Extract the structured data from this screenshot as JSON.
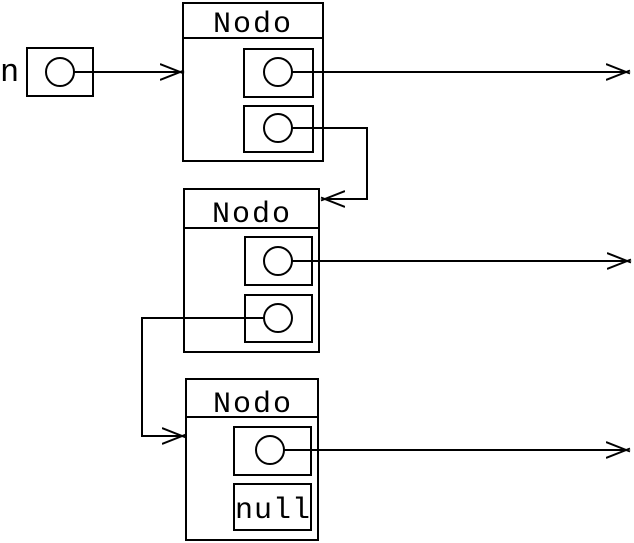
{
  "diagram": {
    "pointer_label": "n",
    "nodes": [
      {
        "title": "Nodo"
      },
      {
        "title": "Nodo"
      },
      {
        "title": "Nodo"
      }
    ],
    "null_label": "null",
    "colors": {
      "stroke": "#000000",
      "text": "#000000",
      "background": "#ffffff"
    }
  }
}
